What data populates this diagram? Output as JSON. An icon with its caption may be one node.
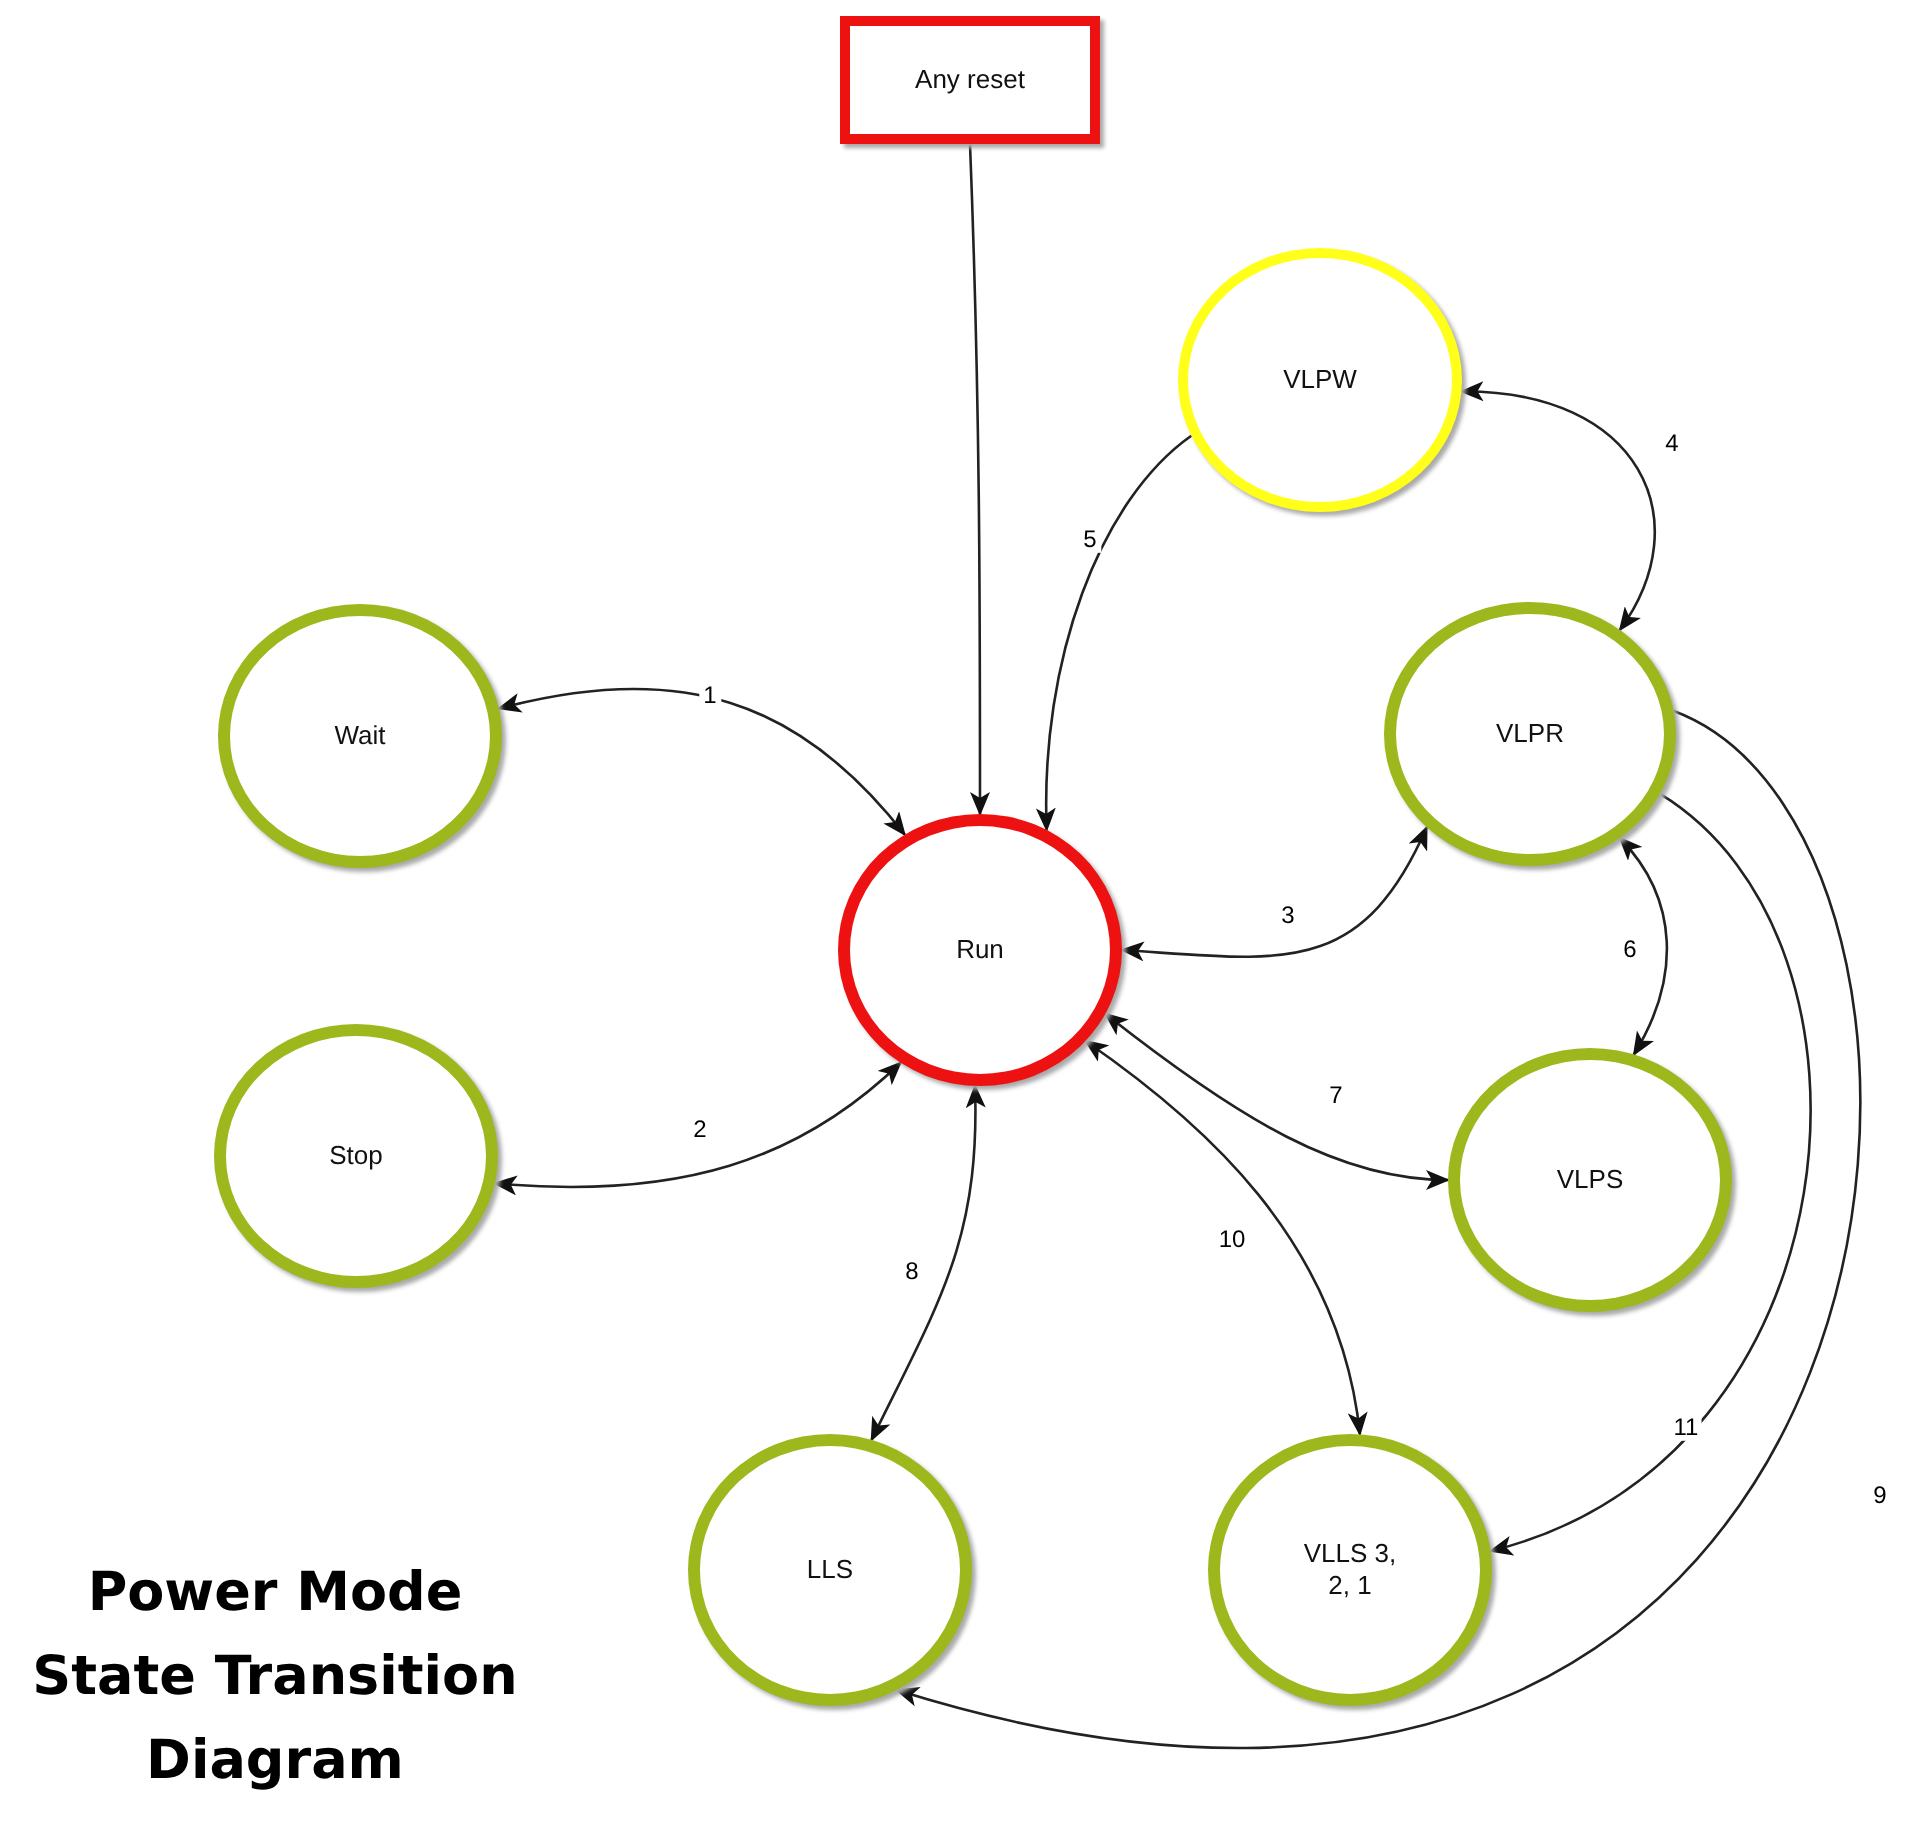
{
  "diagram": {
    "title": "Power Mode State Transition Diagram",
    "nodes": [
      {
        "text": [
          "Any reset"
        ]
      },
      {
        "text": [
          "VLPW"
        ]
      },
      {
        "text": [
          "Wait"
        ]
      },
      {
        "text": [
          "VLPR"
        ]
      },
      {
        "text": [
          "Run"
        ]
      },
      {
        "text": [
          "Stop"
        ]
      },
      {
        "text": [
          "VLPS"
        ]
      },
      {
        "text": [
          "LLS"
        ]
      },
      {
        "text": [
          "VLLS 3, 2, 1"
        ]
      }
    ],
    "edges": [
      {
        "from": 0,
        "to": 4,
        "arrow": "to"
      },
      {
        "from": 2,
        "to": 4,
        "arrow": "both",
        "label": "1"
      },
      {
        "from": 5,
        "to": 4,
        "arrow": "both",
        "label": "2"
      },
      {
        "from": 4,
        "to": 3,
        "arrow": "both",
        "label": "3"
      },
      {
        "from": 1,
        "to": 3,
        "arrow": "both",
        "label": "4"
      },
      {
        "from": 1,
        "to": 4,
        "arrow": "to",
        "label": "5"
      },
      {
        "from": 3,
        "to": 6,
        "arrow": "both",
        "label": "6"
      },
      {
        "from": 4,
        "to": 6,
        "arrow": "both",
        "label": "7"
      },
      {
        "from": 4,
        "to": 7,
        "arrow": "both",
        "label": "8"
      },
      {
        "from": 3,
        "to": 7,
        "arrow": "to",
        "label": "9"
      },
      {
        "from": 4,
        "to": 8,
        "arrow": "both",
        "label": "10"
      },
      {
        "from": 3,
        "to": 8,
        "arrow": "to",
        "label": "11"
      }
    ]
  }
}
